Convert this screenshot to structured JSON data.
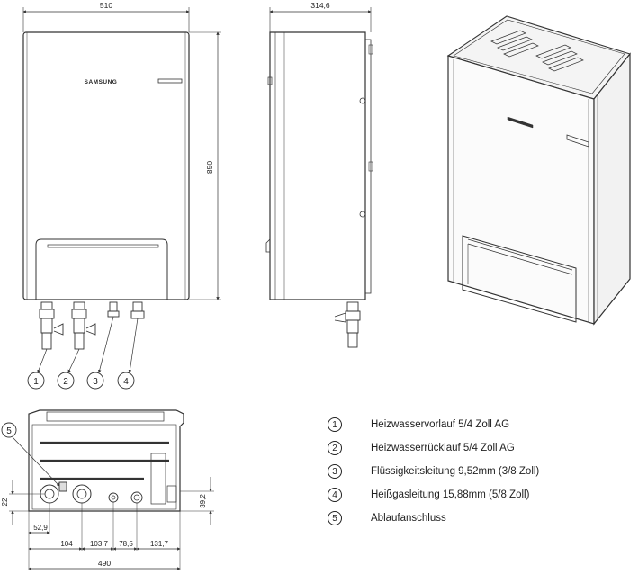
{
  "dimensions": {
    "front_width": "510",
    "side_depth": "314,6",
    "height": "850",
    "bottom_width": "490",
    "d_22": "22",
    "d_39_2": "39,2",
    "d_52_9": "52,9",
    "d_104": "104",
    "d_103_7": "103,7",
    "d_78_5": "78,5",
    "d_131_7": "131,7"
  },
  "brand": "SAMSUNG",
  "callouts": [
    "1",
    "2",
    "3",
    "4",
    "5"
  ],
  "legend": [
    {
      "num": "1",
      "text": "Heizwasservorlauf 5/4 Zoll AG"
    },
    {
      "num": "2",
      "text": "Heizwasserrücklauf 5/4 Zoll AG"
    },
    {
      "num": "3",
      "text": "Flüssigkeitsleitung 9,52mm (3/8 Zoll)"
    },
    {
      "num": "4",
      "text": "Heißgasleitung 15,88mm (5/8 Zoll)"
    },
    {
      "num": "5",
      "text": "Ablaufanschluss"
    }
  ]
}
